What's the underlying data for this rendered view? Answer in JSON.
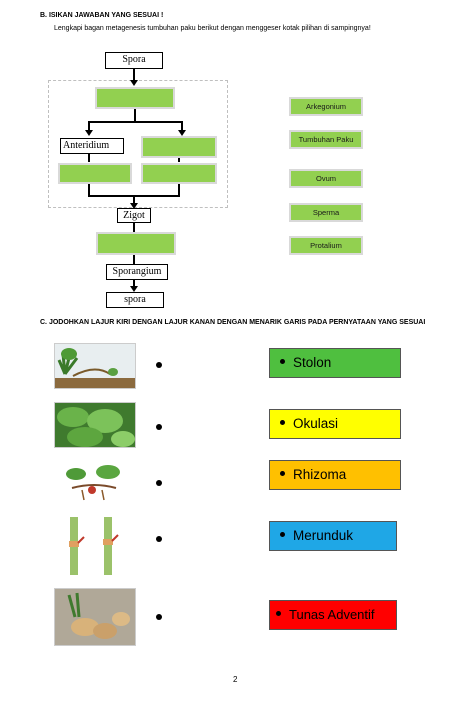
{
  "sectionB": {
    "title": "B.   ISIKAN JAWABAN YANG SESUAI !",
    "instruction": "Lengkapi bagan metagenesis tumbuhan paku berikut dengan menggeser kotak pilihan di sampingnya!"
  },
  "flowchart": {
    "spora_top": "Spora",
    "anteridium": "Anteridium",
    "zigot": "Zigot",
    "sporangium": "Sporangium",
    "spora_bottom": "spora"
  },
  "options": [
    "Arkegonium",
    "Tumbuhan Paku",
    "Ovum",
    "Sperma",
    "Protalium"
  ],
  "sectionC": {
    "title": "C.   JODOHKAN LAJUR KIRI DENGAN LAJUR KANAN DENGAN MENARIK GARIS PADA PERNYATAAN YANG SESUAI"
  },
  "matching": [
    {
      "label": "Stolon",
      "color": "#4fbf3f"
    },
    {
      "label": "Okulasi",
      "color": "#ffff00"
    },
    {
      "label": "Rhizoma",
      "color": "#ffc000"
    },
    {
      "label": "Merunduk",
      "color": "#1fa7e6"
    },
    {
      "label": "Tunas Adventif",
      "color": "#ff0000"
    }
  ],
  "page_number": "2"
}
